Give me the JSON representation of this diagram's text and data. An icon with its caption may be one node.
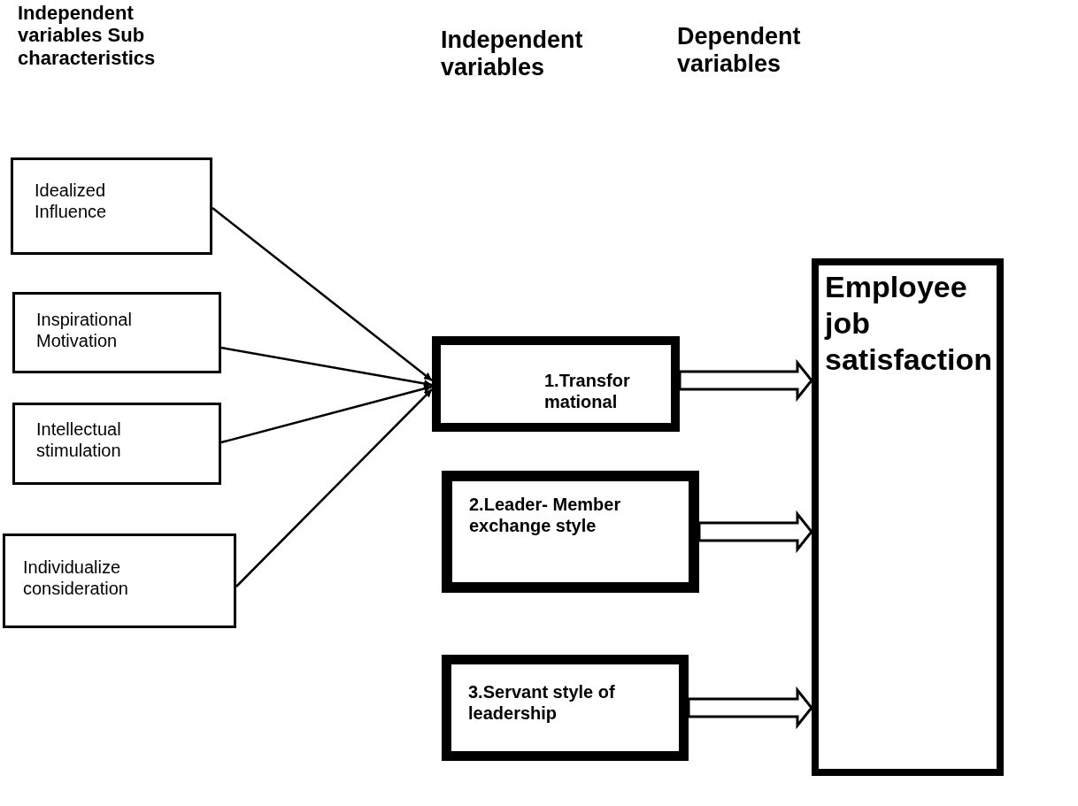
{
  "diagram": {
    "nodes": [
      {
        "text": [
          "Idealized Influence"
        ]
      },
      {
        "text": [
          "Inspirational Motivation"
        ]
      },
      {
        "text": [
          "Intellectual stimulation"
        ]
      },
      {
        "text": [
          "Individualize consideration"
        ]
      },
      {
        "text": [
          "1.Transfor mational"
        ]
      },
      {
        "text": [
          "2.Leader- Member exchange style"
        ]
      },
      {
        "text": [
          "3.Servant style of leadership"
        ]
      },
      {
        "text": [
          "Employee job satisfaction"
        ]
      }
    ],
    "edges": [
      {
        "from": 0,
        "to": 4,
        "arrow": "to"
      },
      {
        "from": 1,
        "to": 4,
        "arrow": "to"
      },
      {
        "from": 2,
        "to": 4,
        "arrow": "to"
      },
      {
        "from": 3,
        "to": 4,
        "arrow": "to"
      },
      {
        "from": 4,
        "to": 7,
        "arrow": "to",
        "style": "thick"
      },
      {
        "from": 5,
        "to": 7,
        "arrow": "to",
        "style": "thick"
      },
      {
        "from": 6,
        "to": 7,
        "arrow": "to",
        "style": "thick"
      }
    ],
    "labels": [
      "Independent variables Sub characteristics",
      "Independent variables",
      "Dependent variables"
    ]
  }
}
